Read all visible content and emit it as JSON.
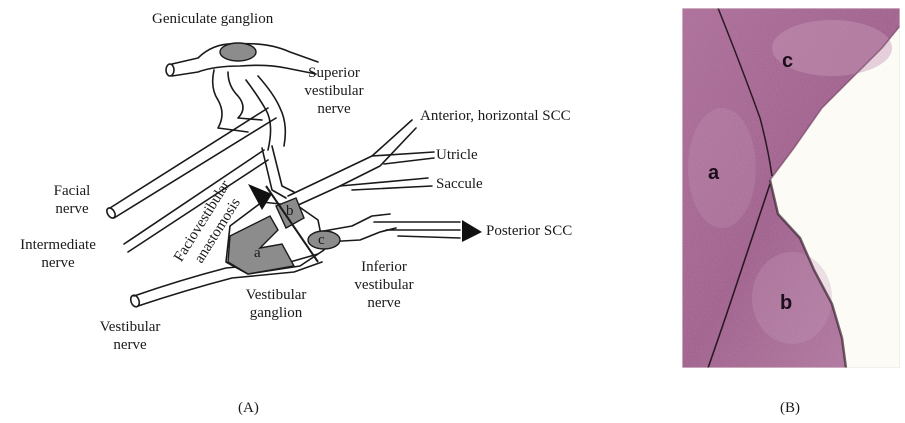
{
  "panel_a": {
    "caption": "(A)",
    "labels": {
      "geniculate_ganglion": "Geniculate ganglion",
      "superior_vestibular_nerve": [
        "Superior",
        "vestibular",
        "nerve"
      ],
      "anterior_horizontal_scc": "Anterior, horizontal SCC",
      "utricle": "Utricle",
      "saccule": "Saccule",
      "posterior_scc": "Posterior SCC",
      "facial_nerve": [
        "Facial",
        "nerve"
      ],
      "intermediate_nerve": [
        "Intermediate",
        "nerve"
      ],
      "faciovestibular_anastomosis": [
        "Faciovestibular",
        "anastomosis"
      ],
      "inferior_vestibular_nerve": [
        "Inferior",
        "vestibular",
        "nerve"
      ],
      "vestibular_ganglion": [
        "Vestibular",
        "ganglion"
      ],
      "vestibular_nerve": [
        "Vestibular",
        "nerve"
      ],
      "region_a": "a",
      "region_b": "b",
      "region_c": "c"
    },
    "colors": {
      "line": "#1a1a1a",
      "region_fill": "#8c8c8c"
    }
  },
  "panel_b": {
    "caption": "(B)",
    "region_labels": {
      "a": "a",
      "b": "b",
      "c": "c"
    },
    "colors": {
      "tissue": "#9a5a86",
      "tissue_light": "#c79ab8",
      "background": "#fcfbf6"
    }
  }
}
